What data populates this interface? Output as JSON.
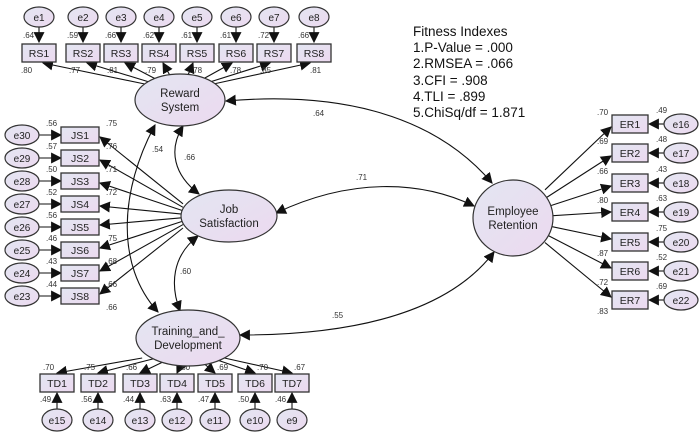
{
  "fitness": {
    "title": "Fitness Indexes",
    "lines": [
      "1.P-Value = .000",
      "2.RMSEA = .066",
      "3.CFI  = .908",
      "4.TLI  = .899",
      "5.ChiSq/df = 1.871"
    ]
  },
  "colors": {
    "node_fill_start": "#e3e6f2",
    "node_fill_end": "#ecd9ef",
    "stroke": "#333333"
  },
  "latents": {
    "reward": {
      "line1": "Reward",
      "line2": "System"
    },
    "job": {
      "line1": "Job",
      "line2": "Satisfaction"
    },
    "training": {
      "line1": "Training_and_",
      "line2": "Development"
    },
    "retention": {
      "line1": "Employee",
      "line2": "Retention"
    }
  },
  "covariances": [
    {
      "from": "Reward System",
      "to": "Employee Retention",
      "value": ".64"
    },
    {
      "from": "Reward System",
      "to": "Job Satisfaction",
      "value": ".66"
    },
    {
      "from": "Reward System",
      "to": "Training_and_Development",
      "value": ".54"
    },
    {
      "from": "Job Satisfaction",
      "to": "Employee Retention",
      "value": ".71"
    },
    {
      "from": "Job Satisfaction",
      "to": "Training_and_Development",
      "value": ".60"
    },
    {
      "from": "Training_and_Development",
      "to": "Employee Retention",
      "value": ".55"
    }
  ],
  "reward_items": [
    {
      "name": "RS1",
      "error": "e1",
      "r2": ".64",
      "loading": ".80"
    },
    {
      "name": "RS2",
      "error": "e2",
      "r2": ".59",
      "loading": ".77"
    },
    {
      "name": "RS3",
      "error": "e3",
      "r2": ".66",
      "loading": ".81"
    },
    {
      "name": "RS4",
      "error": "e4",
      "r2": ".62",
      "loading": ".79"
    },
    {
      "name": "RS5",
      "error": "e5",
      "r2": ".61",
      "loading": ".78"
    },
    {
      "name": "RS6",
      "error": "e6",
      "r2": ".61",
      "loading": ".78"
    },
    {
      "name": "RS7",
      "error": "e7",
      "r2": ".72",
      "loading": ".85"
    },
    {
      "name": "RS8",
      "error": "e8",
      "r2": ".66",
      "loading": ".81"
    }
  ],
  "job_items": [
    {
      "name": "JS1",
      "error": "e30",
      "r2": ".56",
      "loading": ".75"
    },
    {
      "name": "JS2",
      "error": "e29",
      "r2": ".57",
      "loading": ".76"
    },
    {
      "name": "JS3",
      "error": "e28",
      "r2": ".50",
      "loading": ".71"
    },
    {
      "name": "JS4",
      "error": "e27",
      "r2": ".52",
      "loading": ".72"
    },
    {
      "name": "JS5",
      "error": "e26",
      "r2": ".56",
      "loading": ".75"
    },
    {
      "name": "JS6",
      "error": "e25",
      "r2": ".46",
      "loading": ".68"
    },
    {
      "name": "JS7",
      "error": "e24",
      "r2": ".43",
      "loading": ".66"
    },
    {
      "name": "JS8",
      "error": "e23",
      "r2": ".44",
      "loading": ".66"
    }
  ],
  "training_items": [
    {
      "name": "TD1",
      "error": "e15",
      "r2": ".49",
      "loading": ".70"
    },
    {
      "name": "TD2",
      "error": "e14",
      "r2": ".56",
      "loading": ".75"
    },
    {
      "name": "TD3",
      "error": "e13",
      "r2": ".44",
      "loading": ".66"
    },
    {
      "name": "TD4",
      "error": "e12",
      "r2": ".63",
      "loading": ".80"
    },
    {
      "name": "TD5",
      "error": "e11",
      "r2": ".47",
      "loading": ".69"
    },
    {
      "name": "TD6",
      "error": "e10",
      "r2": ".50",
      "loading": ".70"
    },
    {
      "name": "TD7",
      "error": "e9",
      "r2": ".46",
      "loading": ".67"
    }
  ],
  "retention_items": [
    {
      "name": "ER1",
      "error": "e16",
      "r2": ".49",
      "loading": ".70"
    },
    {
      "name": "ER2",
      "error": "e17",
      "r2": ".48",
      "loading": ".69"
    },
    {
      "name": "ER3",
      "error": "e18",
      "r2": ".43",
      "loading": ".66"
    },
    {
      "name": "ER4",
      "error": "e19",
      "r2": ".63",
      "loading": ".80"
    },
    {
      "name": "ER5",
      "error": "e20",
      "r2": ".75",
      "loading": ".87"
    },
    {
      "name": "ER6",
      "error": "e21",
      "r2": ".52",
      "loading": ".72"
    },
    {
      "name": "ER7",
      "error": "e22",
      "r2": ".69",
      "loading": ".83"
    }
  ]
}
